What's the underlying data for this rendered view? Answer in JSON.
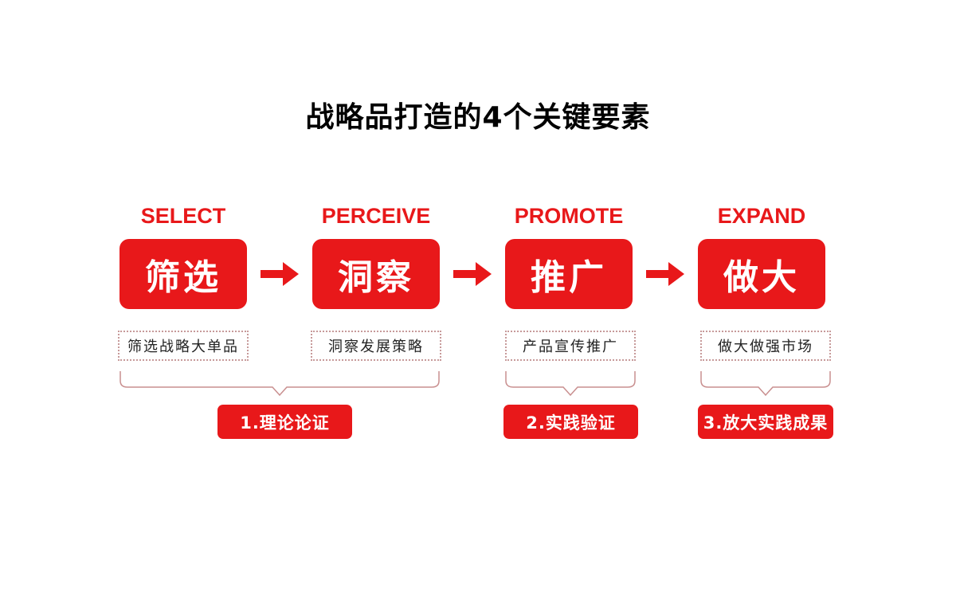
{
  "title": "战略品打造的4个关键要素",
  "colors": {
    "accent": "#e8181a",
    "dotted_border": "#c79a9a",
    "brace": "#c98f8f",
    "text": "#000000"
  },
  "steps": [
    {
      "english": "SELECT",
      "chinese": "筛选",
      "description": "筛选战略大单品"
    },
    {
      "english": "PERCEIVE",
      "chinese": "洞察",
      "description": "洞察发展策略"
    },
    {
      "english": "PROMOTE",
      "chinese": "推广",
      "description": "产品宣传推广"
    },
    {
      "english": "EXPAND",
      "chinese": "做大",
      "description": "做大做强市场"
    }
  ],
  "arrows": [
    "arrow-right-icon",
    "arrow-right-icon",
    "arrow-right-icon"
  ],
  "phases": [
    {
      "label": "1.理论论证",
      "covers": [
        "SELECT",
        "PERCEIVE"
      ]
    },
    {
      "label": "2.实践验证",
      "covers": [
        "PROMOTE"
      ]
    },
    {
      "label": "3.放大实践成果",
      "covers": [
        "EXPAND"
      ]
    }
  ]
}
